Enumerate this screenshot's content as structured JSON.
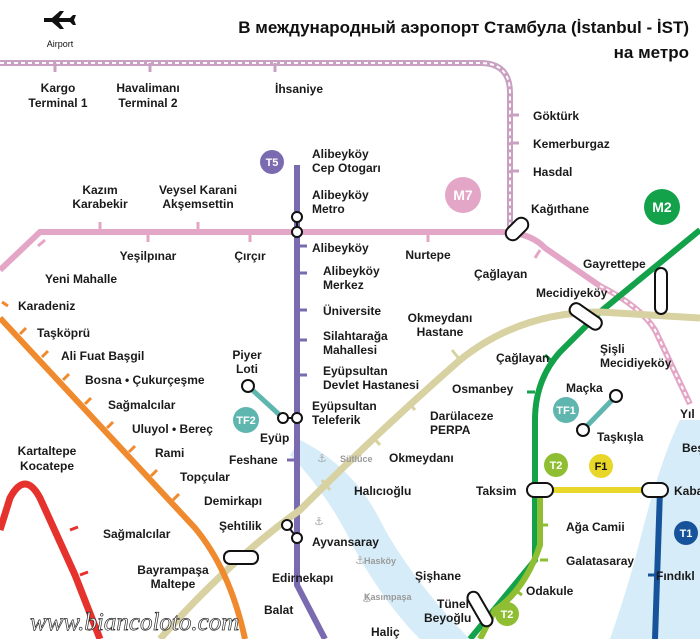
{
  "title": {
    "line1": "В международный аэропорт Стамбула (İstanbul - İST)",
    "line2": "на метро"
  },
  "airport_logo": {
    "label": "Airport",
    "icon": "airplane-icon"
  },
  "watermark": "www.biancoloto.com",
  "colors": {
    "m11": "#c9a0c1",
    "m7": "#e4a6c6",
    "t5": "#7a6bb0",
    "m2": "#13a14a",
    "t1": "#16539a",
    "m1": "#e5322d",
    "m6": "#f08a2e",
    "marmaray": "#d8d2a2",
    "tf1": "#5fb6ae",
    "f1": "#e8d628",
    "t2": "#8fbe32",
    "water": "#d6ecf8"
  },
  "badges": {
    "t5": "T5",
    "m7": "M7",
    "m2": "M2",
    "tf2": "TF2",
    "tf1": "TF1",
    "t2a": "T2",
    "f1": "F1",
    "t2b": "T2",
    "t1": "T1"
  },
  "stations": {
    "kargo": [
      "Kargo",
      "Terminal 1"
    ],
    "havalimani": [
      "Havalimanı",
      "Terminal 2"
    ],
    "ihsaniye": "İhsaniye",
    "gokturk": "Göktürk",
    "kemerburgaz": "Kemerburgaz",
    "hasdal": "Hasdal",
    "kagithane": "Kağıthane",
    "kazim": [
      "Kazım",
      "Karabekir"
    ],
    "veysel": [
      "Veysel Karani",
      "Akşemsettin"
    ],
    "alibeykoy_cep": [
      "Alibeyköy",
      "Cep Otogarı"
    ],
    "alibeykoy_metro": [
      "Alibeyköy",
      "Metro"
    ],
    "yesilpinar": "Yeşilpınar",
    "circir": "Çırçır",
    "alibeykoy": "Alibeyköy",
    "nurtepe": "Nurtepe",
    "caglayan_m7": "Çağlayan",
    "gayrettepe": "Gayrettepe",
    "mecidiyekoy": "Mecidiyeköy",
    "yeni_mahalle": "Yeni Mahalle",
    "karadeniz": "Karadeniz",
    "taskopru": "Taşköprü",
    "ali_fuat": "Ali Fuat Başgil",
    "bosna": "Bosna • Çukurçeşme",
    "sagmalcilar_m6": "Sağmalcılar",
    "uluyol": "Uluyol • Bereç",
    "rami": "Rami",
    "topcular": "Topçular",
    "demirkapi": "Demirkapı",
    "kartaltepe": [
      "Kartaltepe",
      "Kocatepe"
    ],
    "sagmalcilar_m1": "Sağmalcılar",
    "bayrampasa": [
      "Bayrampaşa",
      "Maltepe"
    ],
    "edirnekapi": "Edirnekapı",
    "balat": "Balat",
    "alibeykoy_merkez": [
      "Alibeyköy",
      "Merkez"
    ],
    "universite": "Üniversite",
    "silahtaraga": [
      "Silahtarağa",
      "Mahallesi"
    ],
    "eyupsultan_devlet": [
      "Eyüpsultan",
      "Devlet Hastanesi"
    ],
    "eyupsultan_teleferik": [
      "Eyüpsultan",
      "Teleferik"
    ],
    "pierre_loti": [
      "Piyer",
      "Loti"
    ],
    "eyup": "Eyüp",
    "feshane": "Feshane",
    "sehtilik": "Şehtilik",
    "ayvansaray": "Ayvansaray",
    "halic": "Haliç",
    "okmeydani_hastane": [
      "Okmeydanı",
      "Hastane"
    ],
    "caglayan_t5": "Çağlayan",
    "osmanbey": "Osmanbey",
    "darulaceze": [
      "Darülaceze",
      "PERPA"
    ],
    "okmeydani": "Okmeydanı",
    "halicioglu": "Halıcıoğlu",
    "sisli": [
      "Şişli",
      "Mecidiyeköy"
    ],
    "macka": "Maçka",
    "taskisla": "Taşkışla",
    "taksim": "Taksim",
    "aga_camii": "Ağa Camii",
    "galatasaray": "Galatasaray",
    "odakule": "Odakule",
    "sishane": "Şişhane",
    "tunel": [
      "Tünel",
      "Beyoğlu"
    ],
    "kabatas": "Kaba",
    "findikli": "Fındıkl",
    "besiktas": "Beş",
    "yildiz": "Yıl"
  },
  "piers": {
    "sutluce": "Sütlüce",
    "haskoy": "Hasköy",
    "kasimpasa": "Kasımpaşa"
  }
}
